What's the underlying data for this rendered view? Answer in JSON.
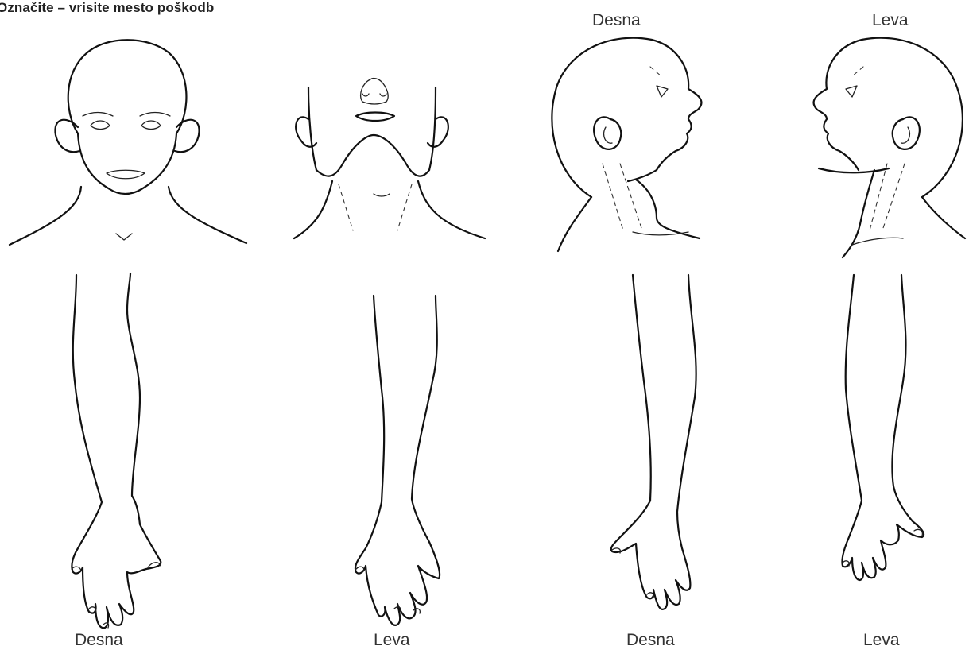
{
  "title": "Označite – vrisite mesto poškodb",
  "labels": {
    "head_profile_right": "Desna",
    "head_profile_left": "Leva",
    "arm_right_front": "Desna",
    "arm_left_front": "Leva",
    "arm_right_back": "Desna",
    "arm_left_back": "Leva"
  },
  "figures": [
    {
      "name": "head-front",
      "icon": "head-front-outline"
    },
    {
      "name": "head-chin-up",
      "icon": "head-chin-up-outline"
    },
    {
      "name": "head-profile-right",
      "icon": "head-profile-right-outline"
    },
    {
      "name": "head-profile-left",
      "icon": "head-profile-left-outline"
    },
    {
      "name": "arm-right-palm",
      "icon": "arm-outline"
    },
    {
      "name": "arm-left-palm",
      "icon": "arm-outline"
    },
    {
      "name": "arm-right-back",
      "icon": "arm-outline"
    },
    {
      "name": "arm-left-back",
      "icon": "arm-outline"
    }
  ],
  "colors": {
    "line": "#111111",
    "background": "#ffffff"
  }
}
